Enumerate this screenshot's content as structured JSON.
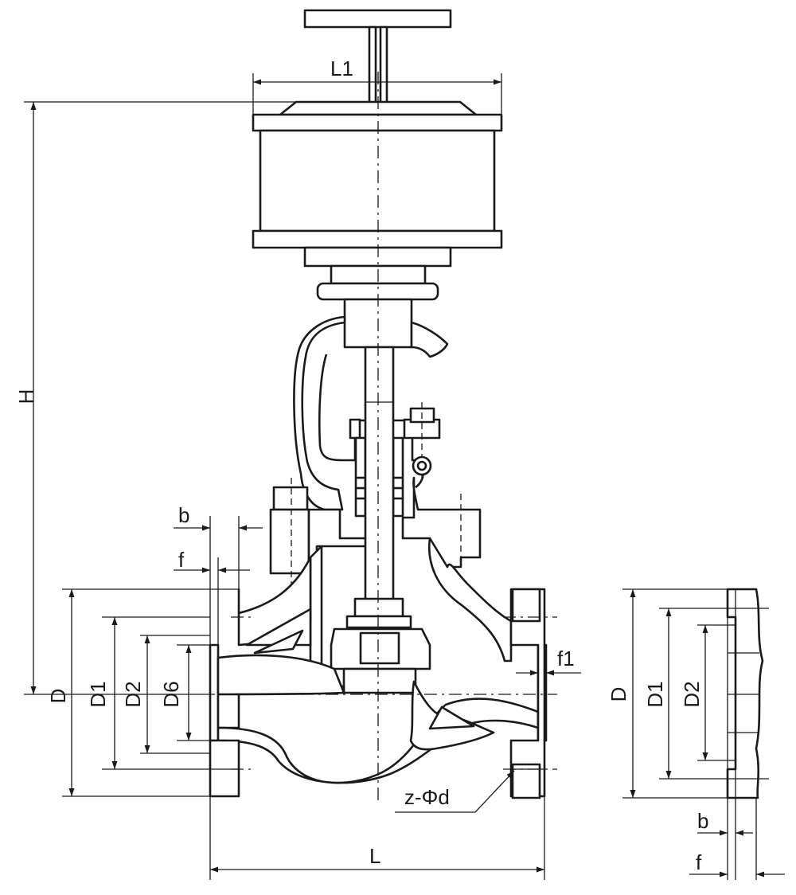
{
  "labels": {
    "L1": "L1",
    "H": "H",
    "b": "b",
    "f": "f",
    "D": "D",
    "D1": "D1",
    "D2": "D2",
    "D6": "D6",
    "f1": "f1",
    "z_phi_d": "z-Φd",
    "L": "L",
    "side_D": "D",
    "side_D1": "D1",
    "side_D2": "D2",
    "side_b": "b",
    "side_f": "f"
  },
  "colors": {
    "line": "#1a1a1a",
    "background": "#ffffff"
  }
}
